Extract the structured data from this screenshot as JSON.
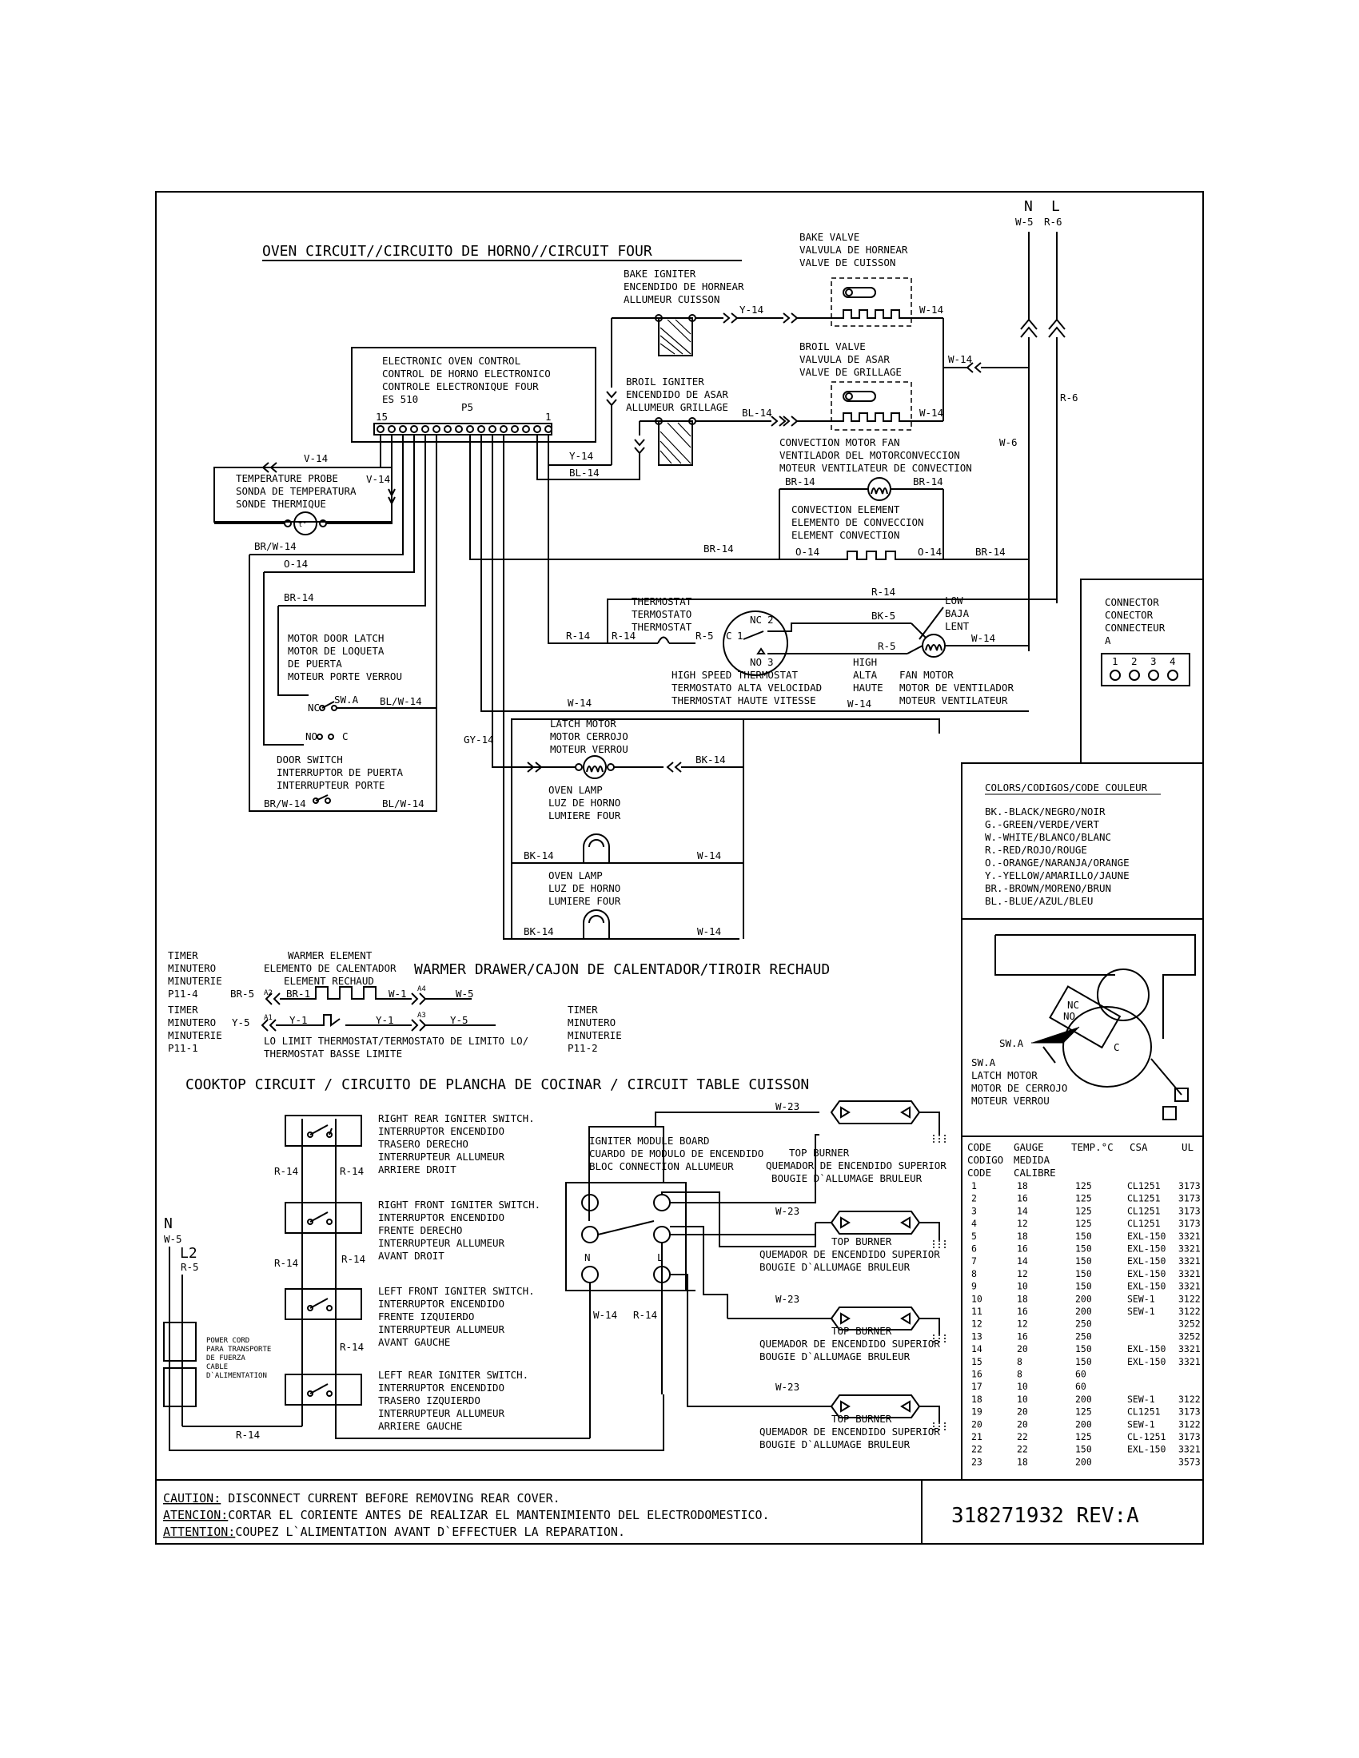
{
  "oven": {
    "title": "OVEN CIRCUIT//CIRCUITO DE HORNO//CIRCUIT FOUR",
    "main": {
      "n": "N",
      "l": "L",
      "n_wire": "W-5",
      "l_wire": "R-6",
      "w6": "W-6",
      "r6": "R-6"
    },
    "eoc": {
      "lines": [
        "ELECTRONIC OVEN CONTROL",
        "CONTROL DE HORNO ELECTRONICO",
        "CONTROLE ELECTRONIQUE FOUR",
        "ES 510"
      ],
      "p5": "P5",
      "pin15": "15",
      "pin1": "1"
    },
    "bake_igniter": [
      "BAKE IGNITER",
      "ENCENDIDO DE HORNEAR",
      "ALLUMEUR CUISSON"
    ],
    "broil_igniter": [
      "BROIL IGNITER",
      "ENCENDIDO DE ASAR",
      "ALLUMEUR GRILLAGE"
    ],
    "bake_valve": [
      "BAKE VALVE",
      "VALVULA DE HORNEAR",
      "VALVE DE CUISSON"
    ],
    "broil_valve": [
      "BROIL VALVE",
      "VALVULA DE ASAR",
      "VALVE DE GRILLAGE"
    ],
    "conv_motor": [
      "CONVECTION MOTOR FAN",
      "VENTILADOR DEL MOTORCONVECCION",
      "MOTEUR VENTILATEUR DE CONVECTION"
    ],
    "conv_element": [
      "CONVECTION ELEMENT",
      "ELEMENTO DE CONVECCION",
      "ELEMENT CONVECTION"
    ],
    "probe": [
      "TEMPERATURE PROBE",
      "SONDA DE TEMPERATURA",
      "SONDE THERMIQUE"
    ],
    "probe_symbol": "t°",
    "door_latch": [
      "MOTOR DOOR LATCH",
      "MOTOR DE LOQUETA",
      "DE PUERTA",
      "MOTEUR PORTE VERROU"
    ],
    "door_switch": [
      "DOOR SWITCH",
      "INTERRUPTOR DE PUERTA",
      "INTERRUPTEUR PORTE"
    ],
    "thermostat": [
      "THERMOSTAT",
      "TERMOSTATO",
      "THERMOSTAT"
    ],
    "hs_thermostat": [
      "HIGH SPEED THERMOSTAT",
      "TERMOSTATO ALTA VELOCIDAD",
      "THERMOSTAT HAUTE VITESSE"
    ],
    "low": [
      "LOW",
      "BAJA",
      "LENT"
    ],
    "high": [
      "HIGH",
      "ALTA",
      "HAUTE"
    ],
    "fan_motor": [
      "FAN MOTOR",
      "MOTOR DE VENTILADOR",
      "MOTEUR VENTILATEUR"
    ],
    "latch_motor": [
      "LATCH MOTOR",
      "MOTOR CERROJO",
      "MOTEUR VERROU"
    ],
    "oven_lamp": [
      "OVEN LAMP",
      "LUZ DE HORNO",
      "LUMIERE FOUR"
    ],
    "contacts": {
      "nc": "NC",
      "no": "NO",
      "c": "C",
      "swa": "SW.A",
      "n1": "1",
      "n2": "2",
      "n3": "3"
    },
    "wires": {
      "y14": "Y-14",
      "bl14": "BL-14",
      "w14": "W-14",
      "br14": "BR-14",
      "o14": "O-14",
      "r14": "R-14",
      "r5": "R-5",
      "bk5": "BK-5",
      "gy14": "GY-14",
      "bk14": "BK-14",
      "brw14": "BR/W-14",
      "blw14": "BL/W-14",
      "v14": "V-14"
    }
  },
  "connector": {
    "lines": [
      "CONNECTOR",
      "CONECTOR",
      "CONNECTEUR",
      "A"
    ],
    "pins": [
      "1",
      "2",
      "3",
      "4"
    ]
  },
  "colors": {
    "title": "COLORS/CODIGOS/CODE COULEUR",
    "items": [
      "BK.-BLACK/NEGRO/NOIR",
      "G.-GREEN/VERDE/VERT",
      "W.-WHITE/BLANCO/BLANC",
      "R.-RED/ROJO/ROUGE",
      "O.-ORANGE/NARANJA/ORANGE",
      "Y.-YELLOW/AMARILLO/JAUNE",
      "BR.-BROWN/MORENO/BRUN",
      "BL.-BLUE/AZUL/BLEU"
    ]
  },
  "latch_detail": {
    "lines": [
      "SW.A",
      "LATCH MOTOR",
      "MOTOR DE CERROJO",
      "MOTEUR VERROU"
    ],
    "swa": "SW.A",
    "nc": "NC",
    "no": "NO",
    "c": "C"
  },
  "gauge_table": {
    "header1": [
      "CODE",
      "GAUGE",
      "TEMP.°C",
      "CSA",
      "UL"
    ],
    "header2": [
      "CODIGO",
      "MEDIDA"
    ],
    "header3": [
      "CODE",
      "CALIBRE"
    ],
    "rows": [
      [
        "1",
        "18",
        "125",
        "CL1251",
        "3173"
      ],
      [
        "2",
        "16",
        "125",
        "CL1251",
        "3173"
      ],
      [
        "3",
        "14",
        "125",
        "CL1251",
        "3173"
      ],
      [
        "4",
        "12",
        "125",
        "CL1251",
        "3173"
      ],
      [
        "5",
        "18",
        "150",
        "EXL-150",
        "3321"
      ],
      [
        "6",
        "16",
        "150",
        "EXL-150",
        "3321"
      ],
      [
        "7",
        "14",
        "150",
        "EXL-150",
        "3321"
      ],
      [
        "8",
        "12",
        "150",
        "EXL-150",
        "3321"
      ],
      [
        "9",
        "10",
        "150",
        "EXL-150",
        "3321"
      ],
      [
        "10",
        "18",
        "200",
        "SEW-1",
        "3122"
      ],
      [
        "11",
        "16",
        "200",
        "SEW-1",
        "3122"
      ],
      [
        "12",
        "12",
        "250",
        "",
        "3252"
      ],
      [
        "13",
        "16",
        "250",
        "",
        "3252"
      ],
      [
        "14",
        "20",
        "150",
        "EXL-150",
        "3321"
      ],
      [
        "15",
        "8",
        "150",
        "EXL-150",
        "3321"
      ],
      [
        "16",
        "8",
        "60",
        "",
        ""
      ],
      [
        "17",
        "10",
        "60",
        "",
        ""
      ],
      [
        "18",
        "10",
        "200",
        "SEW-1",
        "3122"
      ],
      [
        "19",
        "20",
        "125",
        "CL1251",
        "3173"
      ],
      [
        "20",
        "20",
        "200",
        "SEW-1",
        "3122"
      ],
      [
        "21",
        "22",
        "125",
        "CL-1251",
        "3173"
      ],
      [
        "22",
        "22",
        "150",
        "EXL-150",
        "3321"
      ],
      [
        "23",
        "18",
        "200",
        "",
        "3573"
      ]
    ]
  },
  "warmer": {
    "title": "WARMER DRAWER/CAJON DE CALENTADOR/TIROIR RECHAUD",
    "timer1": [
      "TIMER",
      "MINUTERO",
      "MINUTERIE",
      "P11-4"
    ],
    "timer2": [
      "TIMER",
      "MINUTERO",
      "MINUTERIE",
      "P11-1"
    ],
    "timer3": [
      "TIMER",
      "MINUTERO",
      "MINUTERIE",
      "P11-2"
    ],
    "element": [
      "WARMER ELEMENT",
      "ELEMENTO DE CALENTADOR",
      "ELEMENT RECHAUD"
    ],
    "lolimit": [
      "LO LIMIT THERMOSTAT/TERMOSTATO DE LIMITO LO/",
      "THERMOSTAT BASSE LIMITE"
    ],
    "wires": {
      "br5": "BR-5",
      "br1": "BR-1",
      "w1": "W-1",
      "w5": "W-5",
      "y5": "Y-5",
      "y1": "Y-1"
    },
    "terminals": {
      "a1": "A1",
      "a2": "A2",
      "a3": "A3",
      "a4": "A4"
    }
  },
  "cooktop": {
    "title": "COOKTOP CIRCUIT / CIRCUITO DE PLANCHA DE COCINAR / CIRCUIT TABLE CUISSON",
    "switches": [
      [
        "RIGHT REAR IGNITER SWITCH.",
        "INTERRUPTOR ENCENDIDO",
        "TRASERO DERECHO",
        "INTERRUPTEUR ALLUMEUR",
        "ARRIERE DROIT"
      ],
      [
        "RIGHT FRONT IGNITER SWITCH.",
        "INTERRUPTOR  ENCENDIDO",
        "FRENTE DERECHO",
        "INTERRUPTEUR ALLUMEUR",
        "AVANT DROIT"
      ],
      [
        "LEFT FRONT IGNITER SWITCH.",
        "INTERRUPTOR  ENCENDIDO",
        "FRENTE IZQUIERDO",
        "INTERRUPTEUR ALLUMEUR",
        "AVANT GAUCHE"
      ],
      [
        "LEFT REAR IGNITER SWITCH.",
        "INTERRUPTOR ENCENDIDO",
        "TRASERO IZQUIERDO",
        "INTERRUPTEUR ALLUMEUR",
        "ARRIERE GAUCHE"
      ]
    ],
    "module": [
      "IGNITER MODULE BOARD",
      "CUARDO DE MODULO DE ENCENDIDO",
      "BLOC CONNECTION ALLUMEUR"
    ],
    "burner": [
      "TOP BURNER",
      "QUEMADOR DE ENCENDIDO SUPERIOR",
      "BOUGIE D`ALLUMAGE BRULEUR"
    ],
    "power_cord": [
      "POWER CORD",
      "PARA TRANSPORTE",
      "DE FUERZA",
      "CABLE",
      "D`ALIMENTATION"
    ],
    "n": "N",
    "l2": "L2",
    "w5": "W-5",
    "r5": "R-5",
    "r14": "R-14",
    "w14": "W-14",
    "w23": "W-23",
    "mn": "N",
    "ml": "L"
  },
  "footer": {
    "caution_label": "CAUTION:",
    "caution_text": " DISCONNECT CURRENT BEFORE REMOVING REAR COVER.",
    "atencion_label": "ATENCION:",
    "atencion_text": "CORTAR EL CORIENTE ANTES DE REALIZAR EL MANTENIMIENTO DEL ELECTRODOMESTICO.",
    "attention_label": "ATTENTION:",
    "attention_text": "COUPEZ L`ALIMENTATION AVANT D`EFFECTUER LA REPARATION.",
    "part_number": "318271932 REV:A"
  }
}
